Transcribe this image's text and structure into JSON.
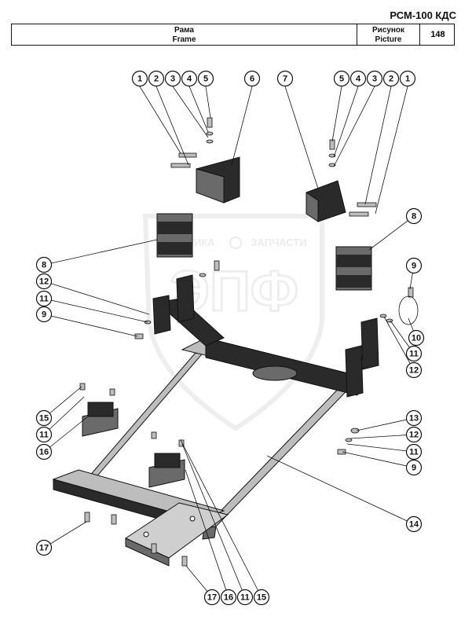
{
  "header": {
    "model": "РСМ-100 КДС",
    "title_ru": "Рама",
    "title_en": "Frame",
    "picture_ru": "Рисунок",
    "picture_en": "Picture",
    "picture_number": "148"
  },
  "watermark": {
    "text_left": "ТЕХНИКА",
    "text_right": "ЗАПЧАСТИ",
    "logo": "ЭПФ"
  },
  "callouts": [
    "1",
    "2",
    "3",
    "4",
    "5",
    "6",
    "7",
    "5",
    "4",
    "3",
    "2",
    "1",
    "8",
    "8",
    "12",
    "11",
    "9",
    "9",
    "10",
    "11",
    "12",
    "15",
    "11",
    "16",
    "13",
    "12",
    "11",
    "9",
    "14",
    "17",
    "17",
    "16",
    "11",
    "15"
  ],
  "colors": {
    "ink": "#111111",
    "part_dark": "#2a2a2a",
    "part_mid": "#6a6a6a",
    "part_light": "#bdbdbd",
    "watermark": "#d0d0d0"
  }
}
